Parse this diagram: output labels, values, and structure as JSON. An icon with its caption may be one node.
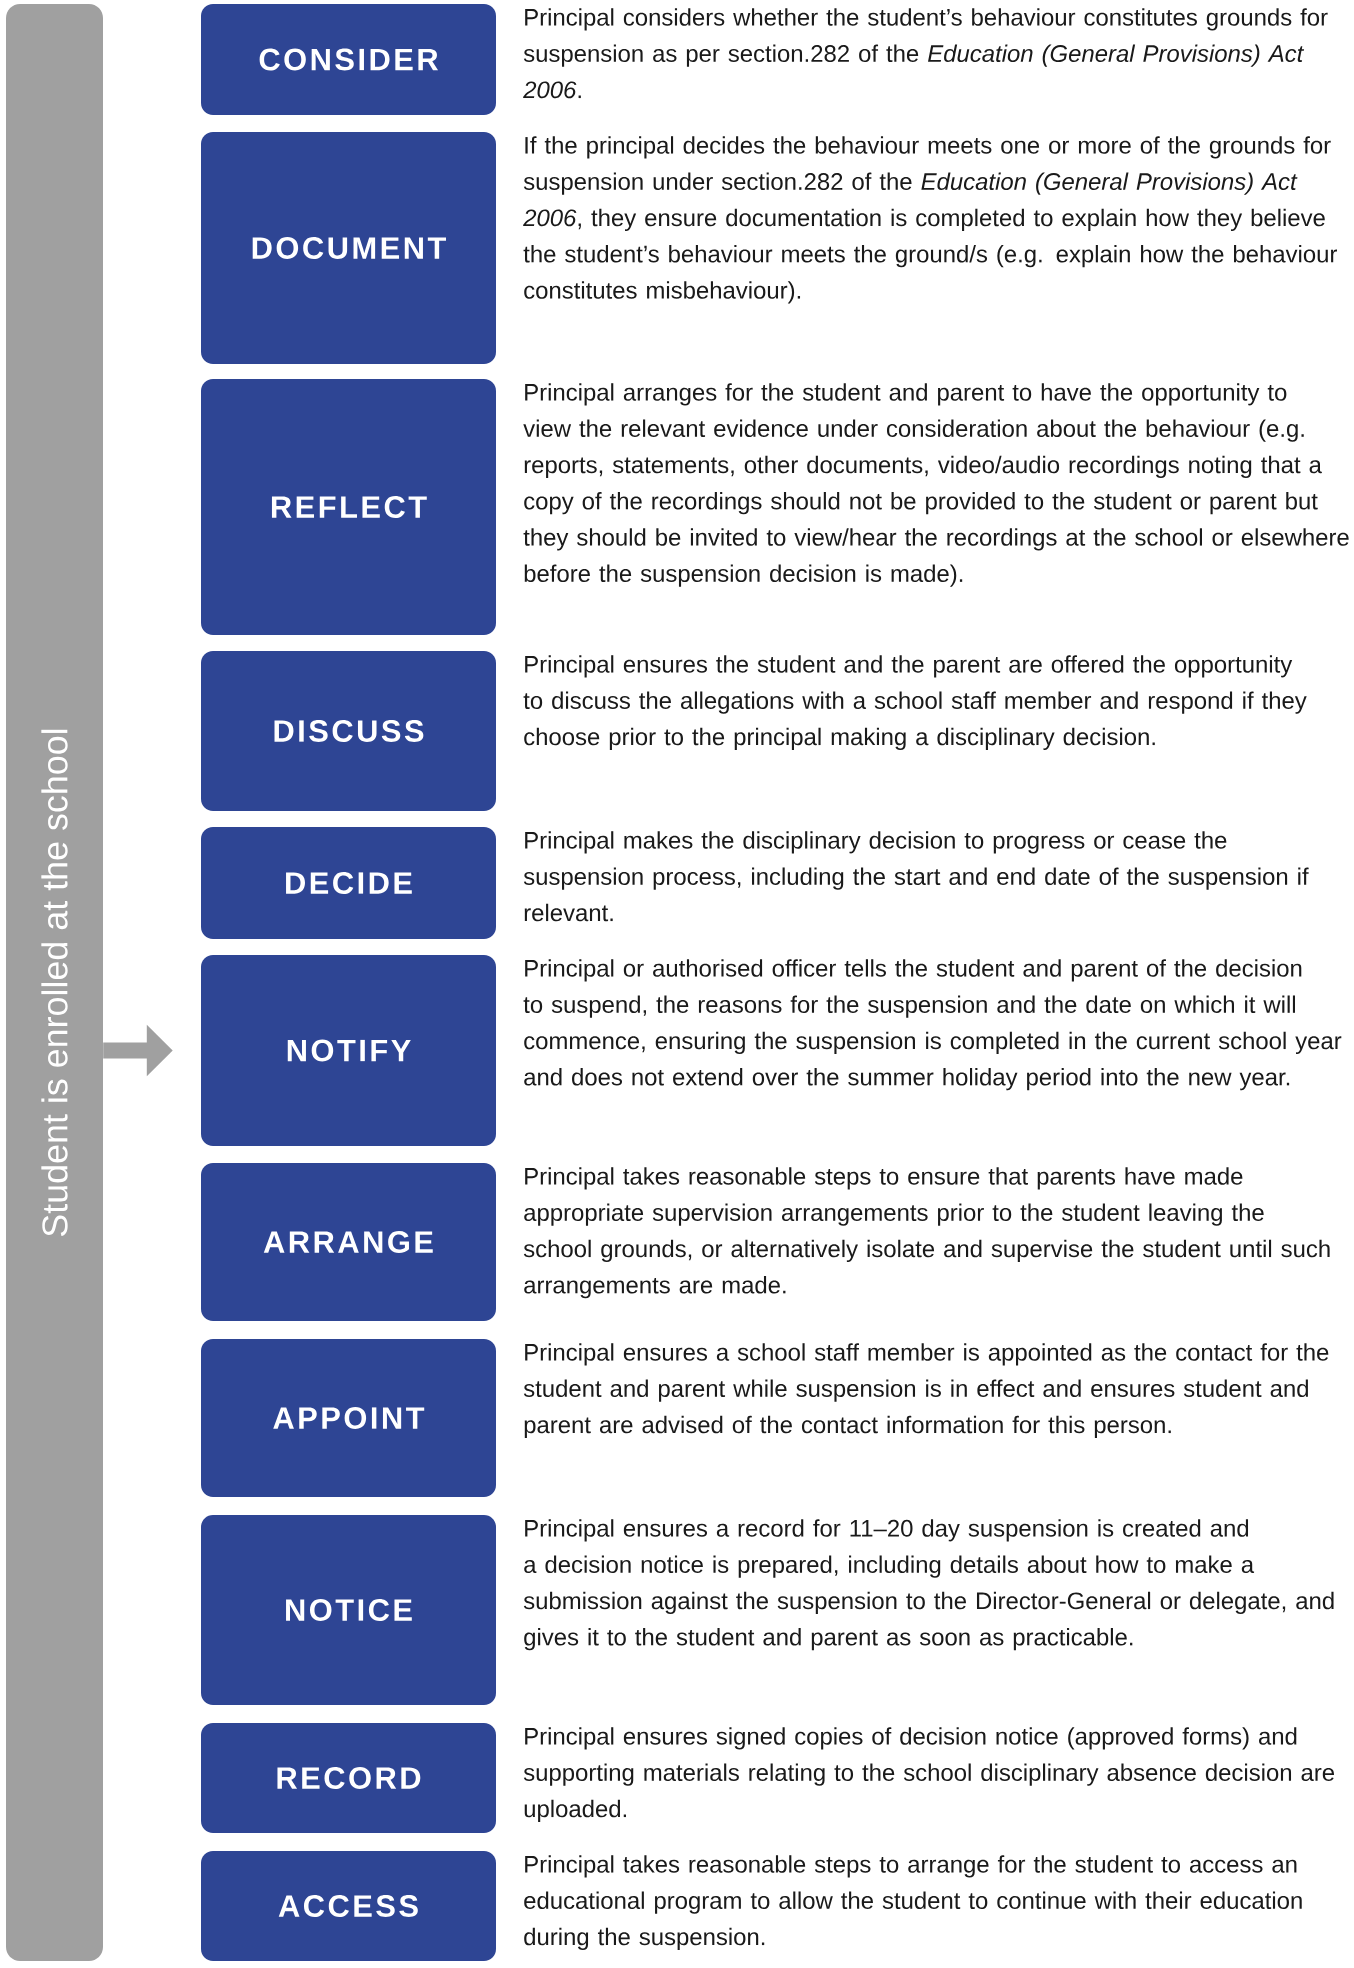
{
  "diagram": {
    "nodes": [
      {
        "text": [
          "Student is enrolled at the school"
        ]
      },
      {
        "text": [
          "CONSIDER"
        ],
        "beside": [
          "Principal considers whether the student’s behaviour constitutes grounds for suspension as per section.282 of the *Education (General Provisions) Act 2006*."
        ]
      },
      {
        "text": [
          "DOCUMENT"
        ],
        "beside": [
          "If the principal decides the behaviour meets one or more of the grounds for suspension under section.282 of the *Education (General Provisions) Act 2006*, they ensure documentation is completed to explain how they believe the student’s behaviour meets the ground/s (e.g. explain how the behaviour constitutes misbehaviour)."
        ]
      },
      {
        "text": [
          "REFLECT"
        ],
        "beside": [
          "Principal arranges for the student and parent to have the opportunity to view the relevant evidence under consideration about the behaviour (e.g. reports, statements, other documents, video/audio recordings noting that a copy of the recordings should not be provided to the student or parent but they should be invited to view/hear the recordings at the school or elsewhere before the suspension decision is made)."
        ]
      },
      {
        "text": [
          "DISCUSS"
        ],
        "beside": [
          "Principal ensures the student and the parent are offered the opportunity to discuss the allegations with a school staff member and respond if they choose prior to the principal making a disciplinary decision."
        ]
      },
      {
        "text": [
          "DECIDE"
        ],
        "beside": [
          "Principal makes the disciplinary decision to progress or cease the suspension process, including the start and end date of the suspension if relevant."
        ]
      },
      {
        "text": [
          "NOTIFY"
        ],
        "beside": [
          "Principal or authorised officer tells the student and parent of the decision to suspend, the reasons for the suspension and the date on which it will commence, ensuring the suspension is completed in the current school year and does not extend over the summer holiday period into the new year."
        ]
      },
      {
        "text": [
          "ARRANGE"
        ],
        "beside": [
          "Principal takes reasonable steps to ensure that parents have made appropriate supervision arrangements prior to the student leaving the school grounds, or alternatively isolate and supervise the student until such arrangements are made."
        ]
      },
      {
        "text": [
          "APPOINT"
        ],
        "beside": [
          "Principal ensures a school staff member is appointed as the contact for the student and parent while suspension is in effect and ensures student and parent are advised of the contact information for this person."
        ]
      },
      {
        "text": [
          "NOTICE"
        ],
        "beside": [
          "Principal ensures a record for 11–20 day suspension is created and a decision notice is prepared, including details about how to make a submission against the suspension to the Director-General or delegate, and gives it to the student and parent as soon as practicable."
        ]
      },
      {
        "text": [
          "RECORD"
        ],
        "beside": [
          "Principal ensures signed copies of decision notice (approved forms) and supporting materials relating to the school disciplinary absence decision are uploaded."
        ]
      },
      {
        "text": [
          "ACCESS"
        ],
        "beside": [
          "Principal takes reasonable steps to arrange for the student to access an educational program to allow the student to continue with their education during the suspension."
        ]
      }
    ],
    "edges": [
      {
        "from": 0,
        "to": 6,
        "arrow": "to"
      }
    ]
  }
}
